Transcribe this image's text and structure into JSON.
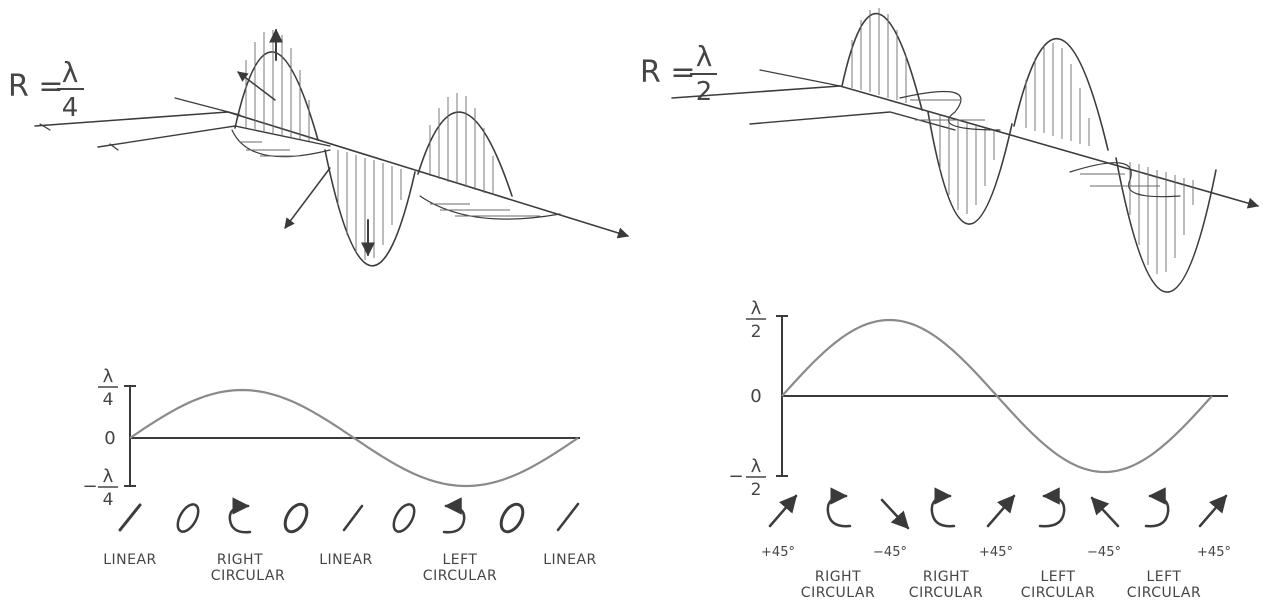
{
  "left": {
    "retardance": {
      "prefix": "R =",
      "numerator": "λ",
      "denominator": "4"
    },
    "graph": {
      "top_tick": {
        "numerator": "λ",
        "denominator": "4"
      },
      "zero": "0",
      "bottom_tick": {
        "sign": "−",
        "numerator": "λ",
        "denominator": "4"
      }
    },
    "states": [
      "LINEAR",
      "RIGHT\nCIRCULAR",
      "LINEAR",
      "LEFT\nCIRCULAR",
      "LINEAR"
    ]
  },
  "right": {
    "retardance": {
      "prefix": "R =",
      "numerator": "λ",
      "denominator": "2"
    },
    "graph": {
      "top_tick": {
        "numerator": "λ",
        "denominator": "2"
      },
      "zero": "0",
      "bottom_tick": {
        "sign": "−",
        "numerator": "λ",
        "denominator": "2"
      }
    },
    "angles": [
      "+45°",
      "−45°",
      "+45°",
      "−45°",
      "+45°"
    ],
    "states": [
      "RIGHT\nCIRCULAR",
      "RIGHT\nCIRCULAR",
      "LEFT\nCIRCULAR",
      "LEFT\nCIRCULAR"
    ]
  }
}
